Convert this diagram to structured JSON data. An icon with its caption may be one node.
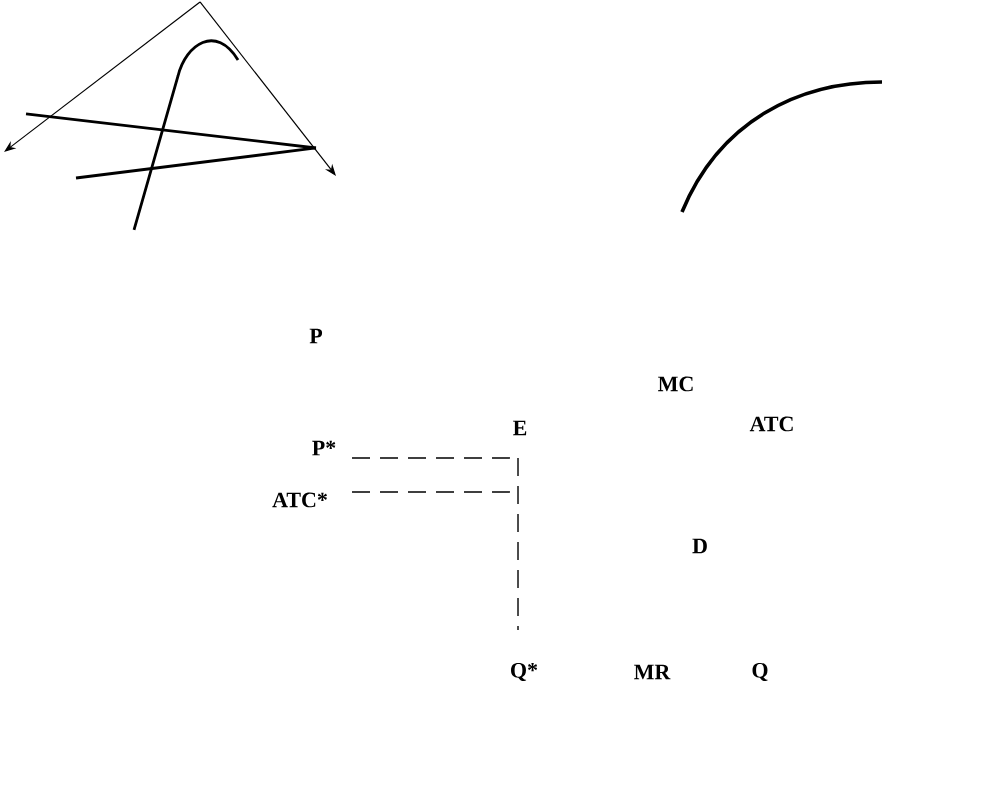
{
  "diagram": {
    "labels": [
      "P",
      "MC",
      "ATC",
      "E",
      "P*",
      "ATC*",
      "D",
      "Q*",
      "MR",
      "Q"
    ]
  }
}
